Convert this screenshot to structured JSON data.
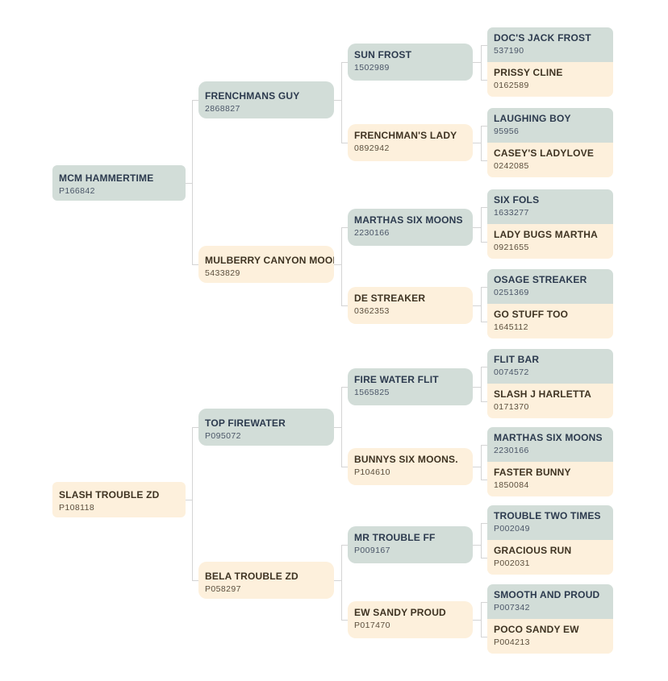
{
  "pedigree": {
    "sire": {
      "name": "MCM HAMMERTIME",
      "reg": "P166842",
      "sire": {
        "name": "FRENCHMANS GUY",
        "reg": "2868827",
        "sire": {
          "name": "SUN FROST",
          "reg": "1502989",
          "sire": {
            "name": "DOC'S JACK FROST",
            "reg": "537190"
          },
          "dam": {
            "name": "PRISSY CLINE",
            "reg": "0162589"
          }
        },
        "dam": {
          "name": "FRENCHMAN'S LADY",
          "reg": "0892942",
          "sire": {
            "name": "LAUGHING BOY",
            "reg": "95956"
          },
          "dam": {
            "name": "CASEY'S LADYLOVE",
            "reg": "0242085"
          }
        }
      },
      "dam": {
        "name": "MULBERRY CANYON MOON",
        "reg": "5433829",
        "sire": {
          "name": "MARTHAS SIX MOONS",
          "reg": "2230166",
          "sire": {
            "name": "SIX FOLS",
            "reg": "1633277"
          },
          "dam": {
            "name": "LADY BUGS MARTHA",
            "reg": "0921655"
          }
        },
        "dam": {
          "name": "DE STREAKER",
          "reg": "0362353",
          "sire": {
            "name": "OSAGE STREAKER",
            "reg": "0251369"
          },
          "dam": {
            "name": "GO STUFF TOO",
            "reg": "1645112"
          }
        }
      }
    },
    "dam": {
      "name": "SLASH TROUBLE ZD",
      "reg": "P108118",
      "sire": {
        "name": "TOP FIREWATER",
        "reg": "P095072",
        "sire": {
          "name": "FIRE WATER FLIT",
          "reg": "1565825",
          "sire": {
            "name": "FLIT BAR",
            "reg": "0074572"
          },
          "dam": {
            "name": "SLASH J HARLETTA",
            "reg": "0171370"
          }
        },
        "dam": {
          "name": "BUNNYS SIX MOONS.",
          "reg": "P104610",
          "sire": {
            "name": "MARTHAS SIX MOONS",
            "reg": "2230166"
          },
          "dam": {
            "name": "FASTER BUNNY",
            "reg": "1850084"
          }
        }
      },
      "dam": {
        "name": "BELA TROUBLE ZD",
        "reg": "P058297",
        "sire": {
          "name": "MR TROUBLE FF",
          "reg": "P009167",
          "sire": {
            "name": "TROUBLE TWO TIMES",
            "reg": "P002049"
          },
          "dam": {
            "name": "GRACIOUS RUN",
            "reg": "P002031"
          }
        },
        "dam": {
          "name": "EW SANDY PROUD",
          "reg": "P017470",
          "sire": {
            "name": "SMOOTH AND PROUD",
            "reg": "P007342"
          },
          "dam": {
            "name": "POCO SANDY EW",
            "reg": "P004213"
          }
        }
      }
    }
  }
}
